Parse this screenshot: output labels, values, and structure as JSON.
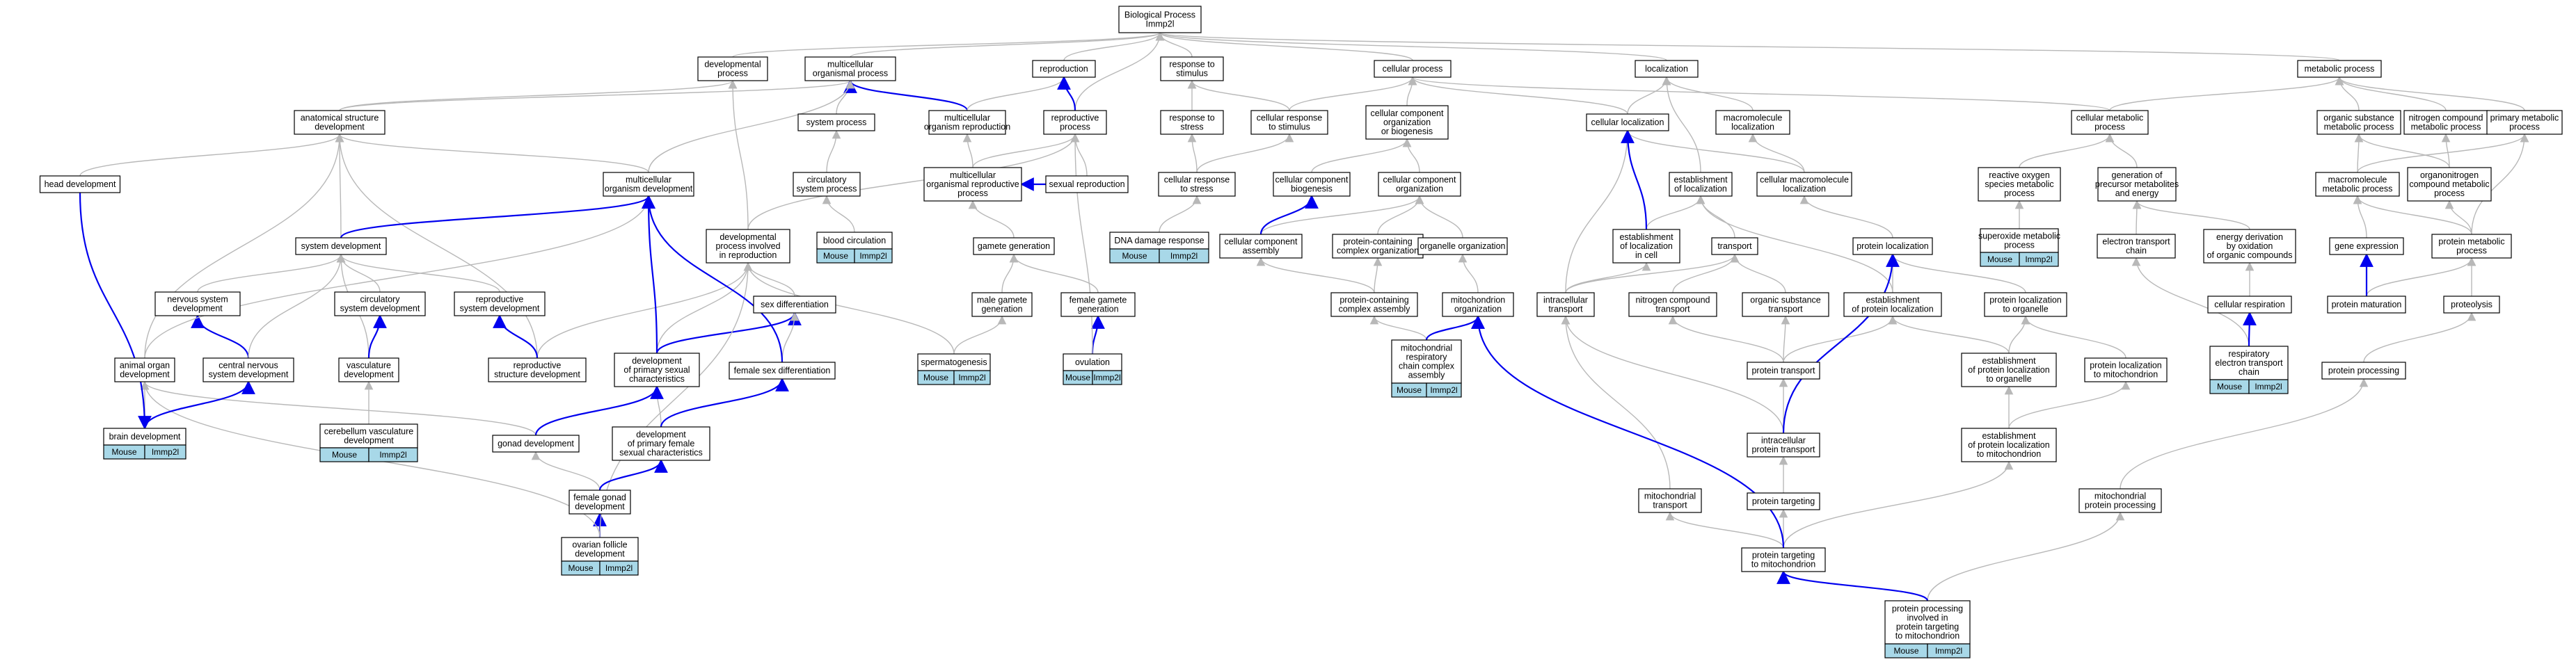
{
  "root": {
    "id": "bp",
    "label": [
      "Biological Process",
      "Immp2l"
    ]
  },
  "badge": {
    "species": "Mouse",
    "gene": "Immp2l"
  },
  "colors": {
    "blue_edge": "#0000ee",
    "gray_edge": "#b8b8b8",
    "badge_fill": "#a8d8e8"
  },
  "nodes": [
    {
      "id": "bp",
      "label": [
        "Biological Process",
        "Immp2l"
      ]
    },
    {
      "id": "devproc",
      "label": [
        "developmental",
        "process"
      ]
    },
    {
      "id": "mop",
      "label": [
        "multicellular",
        "organismal process"
      ]
    },
    {
      "id": "repro",
      "label": [
        "reproduction"
      ]
    },
    {
      "id": "rts",
      "label": [
        "response to",
        "stimulus"
      ]
    },
    {
      "id": "cellproc",
      "label": [
        "cellular process"
      ]
    },
    {
      "id": "loc",
      "label": [
        "localization"
      ]
    },
    {
      "id": "metab",
      "label": [
        "metabolic process"
      ]
    },
    {
      "id": "asd",
      "label": [
        "anatomical structure",
        "development"
      ]
    },
    {
      "id": "sysproc",
      "label": [
        "system process"
      ]
    },
    {
      "id": "mcorg_repro",
      "label": [
        "multicellular",
        "organism reproduction"
      ]
    },
    {
      "id": "reproproc",
      "label": [
        "reproductive",
        "process"
      ]
    },
    {
      "id": "rtstress",
      "label": [
        "response to",
        "stress"
      ]
    },
    {
      "id": "cresp_stim",
      "label": [
        "cellular response",
        "to stimulus"
      ]
    },
    {
      "id": "ccob",
      "label": [
        "cellular component",
        "organization",
        "or biogenesis"
      ]
    },
    {
      "id": "cellloc",
      "label": [
        "cellular localization"
      ]
    },
    {
      "id": "macroloc",
      "label": [
        "macromolecule",
        "localization"
      ]
    },
    {
      "id": "cellmetab",
      "label": [
        "cellular metabolic",
        "process"
      ]
    },
    {
      "id": "osmp",
      "label": [
        "organic substance",
        "metabolic process"
      ]
    },
    {
      "id": "ncmp",
      "label": [
        "nitrogen compound",
        "metabolic process"
      ]
    },
    {
      "id": "pmp",
      "label": [
        "primary metabolic",
        "process"
      ]
    },
    {
      "id": "headdev",
      "label": [
        "head development"
      ]
    },
    {
      "id": "mcorgdev",
      "label": [
        "multicellular",
        "organism development"
      ]
    },
    {
      "id": "circsys",
      "label": [
        "circulatory",
        "system process"
      ]
    },
    {
      "id": "morp",
      "label": [
        "multicellular",
        "organismal reproductive",
        "process"
      ]
    },
    {
      "id": "sexrepro",
      "label": [
        "sexual reproduction"
      ]
    },
    {
      "id": "cresp_stress",
      "label": [
        "cellular response",
        "to stress"
      ]
    },
    {
      "id": "ccbio",
      "label": [
        "cellular component",
        "biogenesis"
      ]
    },
    {
      "id": "ccorg",
      "label": [
        "cellular component",
        "organization"
      ]
    },
    {
      "id": "eloc",
      "label": [
        "establishment",
        "of localization"
      ]
    },
    {
      "id": "cmloc",
      "label": [
        "cellular macromolecule",
        "localization"
      ]
    },
    {
      "id": "ros",
      "label": [
        "reactive oxygen",
        "species metabolic",
        "process"
      ]
    },
    {
      "id": "gpme",
      "label": [
        "generation of",
        "precursor metabolites",
        "and energy"
      ]
    },
    {
      "id": "mmp",
      "label": [
        "macromolecule",
        "metabolic process"
      ]
    },
    {
      "id": "onmp",
      "label": [
        "organonitrogen",
        "compound metabolic",
        "process"
      ]
    },
    {
      "id": "sysdev",
      "label": [
        "system development"
      ]
    },
    {
      "id": "dpir",
      "label": [
        "developmental",
        "process involved",
        "in reproduction"
      ]
    },
    {
      "id": "bloodcirc",
      "label": [
        "blood circulation"
      ]
    },
    {
      "id": "gamgen",
      "label": [
        "gamete generation"
      ]
    },
    {
      "id": "dnadmg",
      "label": [
        "DNA damage response"
      ]
    },
    {
      "id": "ccassem",
      "label": [
        "cellular component",
        "assembly"
      ]
    },
    {
      "id": "pcco",
      "label": [
        "protein-containing",
        "complex organization"
      ]
    },
    {
      "id": "orgorg",
      "label": [
        "organelle organization"
      ]
    },
    {
      "id": "elocell",
      "label": [
        "establishment",
        "of localization",
        "in cell"
      ]
    },
    {
      "id": "transport",
      "label": [
        "transport"
      ]
    },
    {
      "id": "protloc",
      "label": [
        "protein localization"
      ]
    },
    {
      "id": "supox",
      "label": [
        "superoxide metabolic",
        "process"
      ]
    },
    {
      "id": "etc",
      "label": [
        "electron transport",
        "chain"
      ]
    },
    {
      "id": "edoxo",
      "label": [
        "energy derivation",
        "by oxidation",
        "of organic compounds"
      ]
    },
    {
      "id": "geneexp",
      "label": [
        "gene expression"
      ]
    },
    {
      "id": "protmetab",
      "label": [
        "protein metabolic",
        "process"
      ]
    },
    {
      "id": "nsdev",
      "label": [
        "nervous system",
        "development"
      ]
    },
    {
      "id": "circdev",
      "label": [
        "circulatory",
        "system development"
      ]
    },
    {
      "id": "repsysdev",
      "label": [
        "reproductive",
        "system development"
      ]
    },
    {
      "id": "sexdiff",
      "label": [
        "sex differentiation"
      ]
    },
    {
      "id": "malegam",
      "label": [
        "male gamete",
        "generation"
      ]
    },
    {
      "id": "femgam",
      "label": [
        "female gamete",
        "generation"
      ]
    },
    {
      "id": "pccassem",
      "label": [
        "protein-containing",
        "complex assembly"
      ]
    },
    {
      "id": "mitoorg",
      "label": [
        "mitochondrion",
        "organization"
      ]
    },
    {
      "id": "ictrans",
      "label": [
        "intracellular",
        "transport"
      ]
    },
    {
      "id": "nctrans",
      "label": [
        "nitrogen compound",
        "transport"
      ]
    },
    {
      "id": "ostrans",
      "label": [
        "organic substance",
        "transport"
      ]
    },
    {
      "id": "eprotloc",
      "label": [
        "establishment",
        "of protein localization"
      ]
    },
    {
      "id": "protlocorg",
      "label": [
        "protein localization",
        "to organelle"
      ]
    },
    {
      "id": "cellresp",
      "label": [
        "cellular respiration"
      ]
    },
    {
      "id": "protmat",
      "label": [
        "protein maturation"
      ]
    },
    {
      "id": "proteolysis",
      "label": [
        "proteolysis"
      ]
    },
    {
      "id": "animorg",
      "label": [
        "animal organ",
        "development"
      ]
    },
    {
      "id": "cnsdev",
      "label": [
        "central nervous",
        "system development"
      ]
    },
    {
      "id": "vascdev",
      "label": [
        "vasculature",
        "development"
      ]
    },
    {
      "id": "repstructdev",
      "label": [
        "reproductive",
        "structure development"
      ]
    },
    {
      "id": "dpsc",
      "label": [
        "development",
        "of primary sexual",
        "characteristics"
      ]
    },
    {
      "id": "femsexdiff",
      "label": [
        "female sex differentiation"
      ]
    },
    {
      "id": "spermgen",
      "label": [
        "spermatogenesis"
      ]
    },
    {
      "id": "ovulation",
      "label": [
        "ovulation"
      ]
    },
    {
      "id": "mrcca",
      "label": [
        "mitochondrial",
        "respiratory",
        "chain complex",
        "assembly"
      ]
    },
    {
      "id": "prottrans",
      "label": [
        "protein transport"
      ]
    },
    {
      "id": "eplorg",
      "label": [
        "establishment",
        "of protein localization",
        "to organelle"
      ]
    },
    {
      "id": "plmito",
      "label": [
        "protein localization",
        "to mitochondrion"
      ]
    },
    {
      "id": "retc",
      "label": [
        "respiratory",
        "electron transport",
        "chain"
      ]
    },
    {
      "id": "protproc",
      "label": [
        "protein processing"
      ]
    },
    {
      "id": "braindev",
      "label": [
        "brain development"
      ]
    },
    {
      "id": "cerevasc",
      "label": [
        "cerebellum vasculature",
        "development"
      ]
    },
    {
      "id": "gonaddev",
      "label": [
        "gonad development"
      ]
    },
    {
      "id": "dpfsc",
      "label": [
        "development",
        "of primary female",
        "sexual characteristics"
      ]
    },
    {
      "id": "icpt",
      "label": [
        "intracellular",
        "protein transport"
      ]
    },
    {
      "id": "eplmito",
      "label": [
        "establishment",
        "of protein localization",
        "to mitochondrion"
      ]
    },
    {
      "id": "femgonad",
      "label": [
        "female gonad",
        "development"
      ]
    },
    {
      "id": "prottarg",
      "label": [
        "protein targeting"
      ]
    },
    {
      "id": "mitotrans",
      "label": [
        "mitochondrial",
        "transport"
      ]
    },
    {
      "id": "mitoprotproc",
      "label": [
        "mitochondrial",
        "protein processing"
      ]
    },
    {
      "id": "ovfoll",
      "label": [
        "ovarian follicle",
        "development"
      ]
    },
    {
      "id": "ptmito",
      "label": [
        "protein targeting",
        "to mitochondrion"
      ]
    },
    {
      "id": "ppptm",
      "label": [
        "protein processing",
        "involved in",
        "protein targeting",
        "to mitochondrion"
      ]
    }
  ],
  "badged_nodes": [
    "braindev",
    "cerevasc",
    "ovfoll",
    "bloodcirc",
    "spermgen",
    "dnadmg",
    "ovulation",
    "mrcca",
    "supox",
    "retc",
    "ppptm"
  ],
  "edges": [
    [
      "devproc",
      "bp"
    ],
    [
      "mop",
      "bp"
    ],
    [
      "repro",
      "bp"
    ],
    [
      "rts",
      "bp"
    ],
    [
      "cellproc",
      "bp"
    ],
    [
      "loc",
      "bp"
    ],
    [
      "metab",
      "bp"
    ],
    [
      "reproproc",
      "bp"
    ],
    [
      "asd",
      "devproc"
    ],
    [
      "asd",
      "mop"
    ],
    [
      "sysproc",
      "mop"
    ],
    [
      "mcorg_repro",
      "mop"
    ],
    [
      "mcorg_repro",
      "repro"
    ],
    [
      "reproproc",
      "repro"
    ],
    [
      "rtstress",
      "rts"
    ],
    [
      "cresp_stim",
      "rts"
    ],
    [
      "cresp_stim",
      "cellproc"
    ],
    [
      "ccob",
      "cellproc"
    ],
    [
      "cellloc",
      "cellproc"
    ],
    [
      "cellloc",
      "loc"
    ],
    [
      "macroloc",
      "loc"
    ],
    [
      "cellmetab",
      "cellproc"
    ],
    [
      "cellmetab",
      "metab"
    ],
    [
      "osmp",
      "metab"
    ],
    [
      "ncmp",
      "metab"
    ],
    [
      "pmp",
      "metab"
    ],
    [
      "headdev",
      "asd"
    ],
    [
      "mcorgdev",
      "asd"
    ],
    [
      "mcorgdev",
      "mop"
    ],
    [
      "circsys",
      "sysproc"
    ],
    [
      "morp",
      "mcorg_repro"
    ],
    [
      "morp",
      "reproproc"
    ],
    [
      "sexrepro",
      "reproproc"
    ],
    [
      "cresp_stress",
      "rtstress"
    ],
    [
      "cresp_stress",
      "cresp_stim"
    ],
    [
      "ccbio",
      "ccob"
    ],
    [
      "ccorg",
      "ccob"
    ],
    [
      "eloc",
      "loc"
    ],
    [
      "cmloc",
      "cellloc"
    ],
    [
      "cmloc",
      "macroloc"
    ],
    [
      "ros",
      "cellmetab"
    ],
    [
      "gpme",
      "cellmetab"
    ],
    [
      "mmp",
      "osmp"
    ],
    [
      "mmp",
      "pmp"
    ],
    [
      "onmp",
      "osmp"
    ],
    [
      "onmp",
      "ncmp"
    ],
    [
      "sysdev",
      "asd"
    ],
    [
      "dpir",
      "devproc"
    ],
    [
      "dpir",
      "reproproc"
    ],
    [
      "bloodcirc",
      "circsys"
    ],
    [
      "gamgen",
      "morp"
    ],
    [
      "dnadmg",
      "cresp_stress"
    ],
    [
      "ccassem",
      "ccorg"
    ],
    [
      "pcco",
      "ccorg"
    ],
    [
      "orgorg",
      "ccorg"
    ],
    [
      "elocell",
      "eloc"
    ],
    [
      "transport",
      "eloc"
    ],
    [
      "protloc",
      "cmloc"
    ],
    [
      "supox",
      "ros"
    ],
    [
      "etc",
      "gpme"
    ],
    [
      "edoxo",
      "gpme"
    ],
    [
      "geneexp",
      "mmp"
    ],
    [
      "protmetab",
      "mmp"
    ],
    [
      "protmetab",
      "onmp"
    ],
    [
      "protmetab",
      "pmp"
    ],
    [
      "nsdev",
      "sysdev"
    ],
    [
      "circdev",
      "sysdev"
    ],
    [
      "repsysdev",
      "sysdev"
    ],
    [
      "sexdiff",
      "dpir"
    ],
    [
      "malegam",
      "gamgen"
    ],
    [
      "femgam",
      "gamgen"
    ],
    [
      "pccassem",
      "ccassem"
    ],
    [
      "pccassem",
      "pcco"
    ],
    [
      "mitoorg",
      "orgorg"
    ],
    [
      "ictrans",
      "transport"
    ],
    [
      "ictrans",
      "elocell"
    ],
    [
      "ictrans",
      "cellloc"
    ],
    [
      "nctrans",
      "transport"
    ],
    [
      "ostrans",
      "transport"
    ],
    [
      "eprotloc",
      "eloc"
    ],
    [
      "eprotloc",
      "protloc"
    ],
    [
      "protlocorg",
      "protloc"
    ],
    [
      "cellresp",
      "edoxo"
    ],
    [
      "protmat",
      "protmetab"
    ],
    [
      "proteolysis",
      "protmetab"
    ],
    [
      "animorg",
      "asd"
    ],
    [
      "cnsdev",
      "nsdev"
    ],
    [
      "cnsdev",
      "sysdev"
    ],
    [
      "vascdev",
      "sysdev"
    ],
    [
      "repstructdev",
      "asd"
    ],
    [
      "repstructdev",
      "dpir"
    ],
    [
      "dpsc",
      "dpir"
    ],
    [
      "dpsc",
      "sexdiff"
    ],
    [
      "femsexdiff",
      "sexdiff"
    ],
    [
      "spermgen",
      "malegam"
    ],
    [
      "spermgen",
      "dpir"
    ],
    [
      "ovulation",
      "femgam"
    ],
    [
      "ovulation",
      "reproproc"
    ],
    [
      "mrcca",
      "pccassem"
    ],
    [
      "prottrans",
      "ostrans"
    ],
    [
      "prottrans",
      "nctrans"
    ],
    [
      "prottrans",
      "eprotloc"
    ],
    [
      "eplorg",
      "eprotloc"
    ],
    [
      "eplorg",
      "protlocorg"
    ],
    [
      "plmito",
      "protlocorg"
    ],
    [
      "retc",
      "etc"
    ],
    [
      "protproc",
      "proteolysis"
    ],
    [
      "braindev",
      "animorg"
    ],
    [
      "cerevasc",
      "vascdev"
    ],
    [
      "gonaddev",
      "animorg"
    ],
    [
      "dpfsc",
      "dpsc"
    ],
    [
      "icpt",
      "prottrans"
    ],
    [
      "icpt",
      "ictrans"
    ],
    [
      "eplmito",
      "eplorg"
    ],
    [
      "eplmito",
      "plmito"
    ],
    [
      "femgonad",
      "gonaddev"
    ],
    [
      "prottarg",
      "icpt"
    ],
    [
      "mitotrans",
      "ictrans"
    ],
    [
      "mitoprotproc",
      "protproc"
    ],
    [
      "ovfoll",
      "femgonad"
    ],
    [
      "ovfoll",
      "dpir"
    ],
    [
      "ptmito",
      "prottarg"
    ],
    [
      "ptmito",
      "eplmito"
    ],
    [
      "ptmito",
      "mitotrans"
    ],
    [
      "ppptm",
      "mitoprotproc"
    ],
    [
      "mcorgdev",
      "mop"
    ],
    [
      "animorg",
      "mcorgdev"
    ],
    [
      "sysdev",
      "mcorgdev"
    ],
    [
      "ovfoll",
      "animorg"
    ]
  ],
  "blue_edges": [
    [
      "reproproc",
      "repro"
    ],
    [
      "mcorg_repro",
      "mop"
    ],
    [
      "sysdev",
      "mcorgdev"
    ],
    [
      "headdev",
      "braindev"
    ],
    [
      "cnsdev",
      "nsdev"
    ],
    [
      "braindev",
      "cnsdev"
    ],
    [
      "vascdev",
      "circdev"
    ],
    [
      "repstructdev",
      "repsysdev"
    ],
    [
      "gonaddev",
      "dpsc"
    ],
    [
      "dpsc",
      "mcorgdev"
    ],
    [
      "dpsc",
      "sexdiff"
    ],
    [
      "dpfsc",
      "femsexdiff"
    ],
    [
      "femgonad",
      "dpfsc"
    ],
    [
      "ovfoll",
      "femgonad"
    ],
    [
      "femsexdiff",
      "mcorgdev"
    ],
    [
      "sexrepro",
      "morp"
    ],
    [
      "ovulation",
      "femgam"
    ],
    [
      "ccassem",
      "ccbio"
    ],
    [
      "elocell",
      "cellloc"
    ],
    [
      "mrcca",
      "mitoorg"
    ],
    [
      "ptmito",
      "mitoorg"
    ],
    [
      "icpt",
      "protloc"
    ],
    [
      "ppptm",
      "ptmito"
    ],
    [
      "retc",
      "cellresp"
    ],
    [
      "protmat",
      "geneexp"
    ]
  ]
}
